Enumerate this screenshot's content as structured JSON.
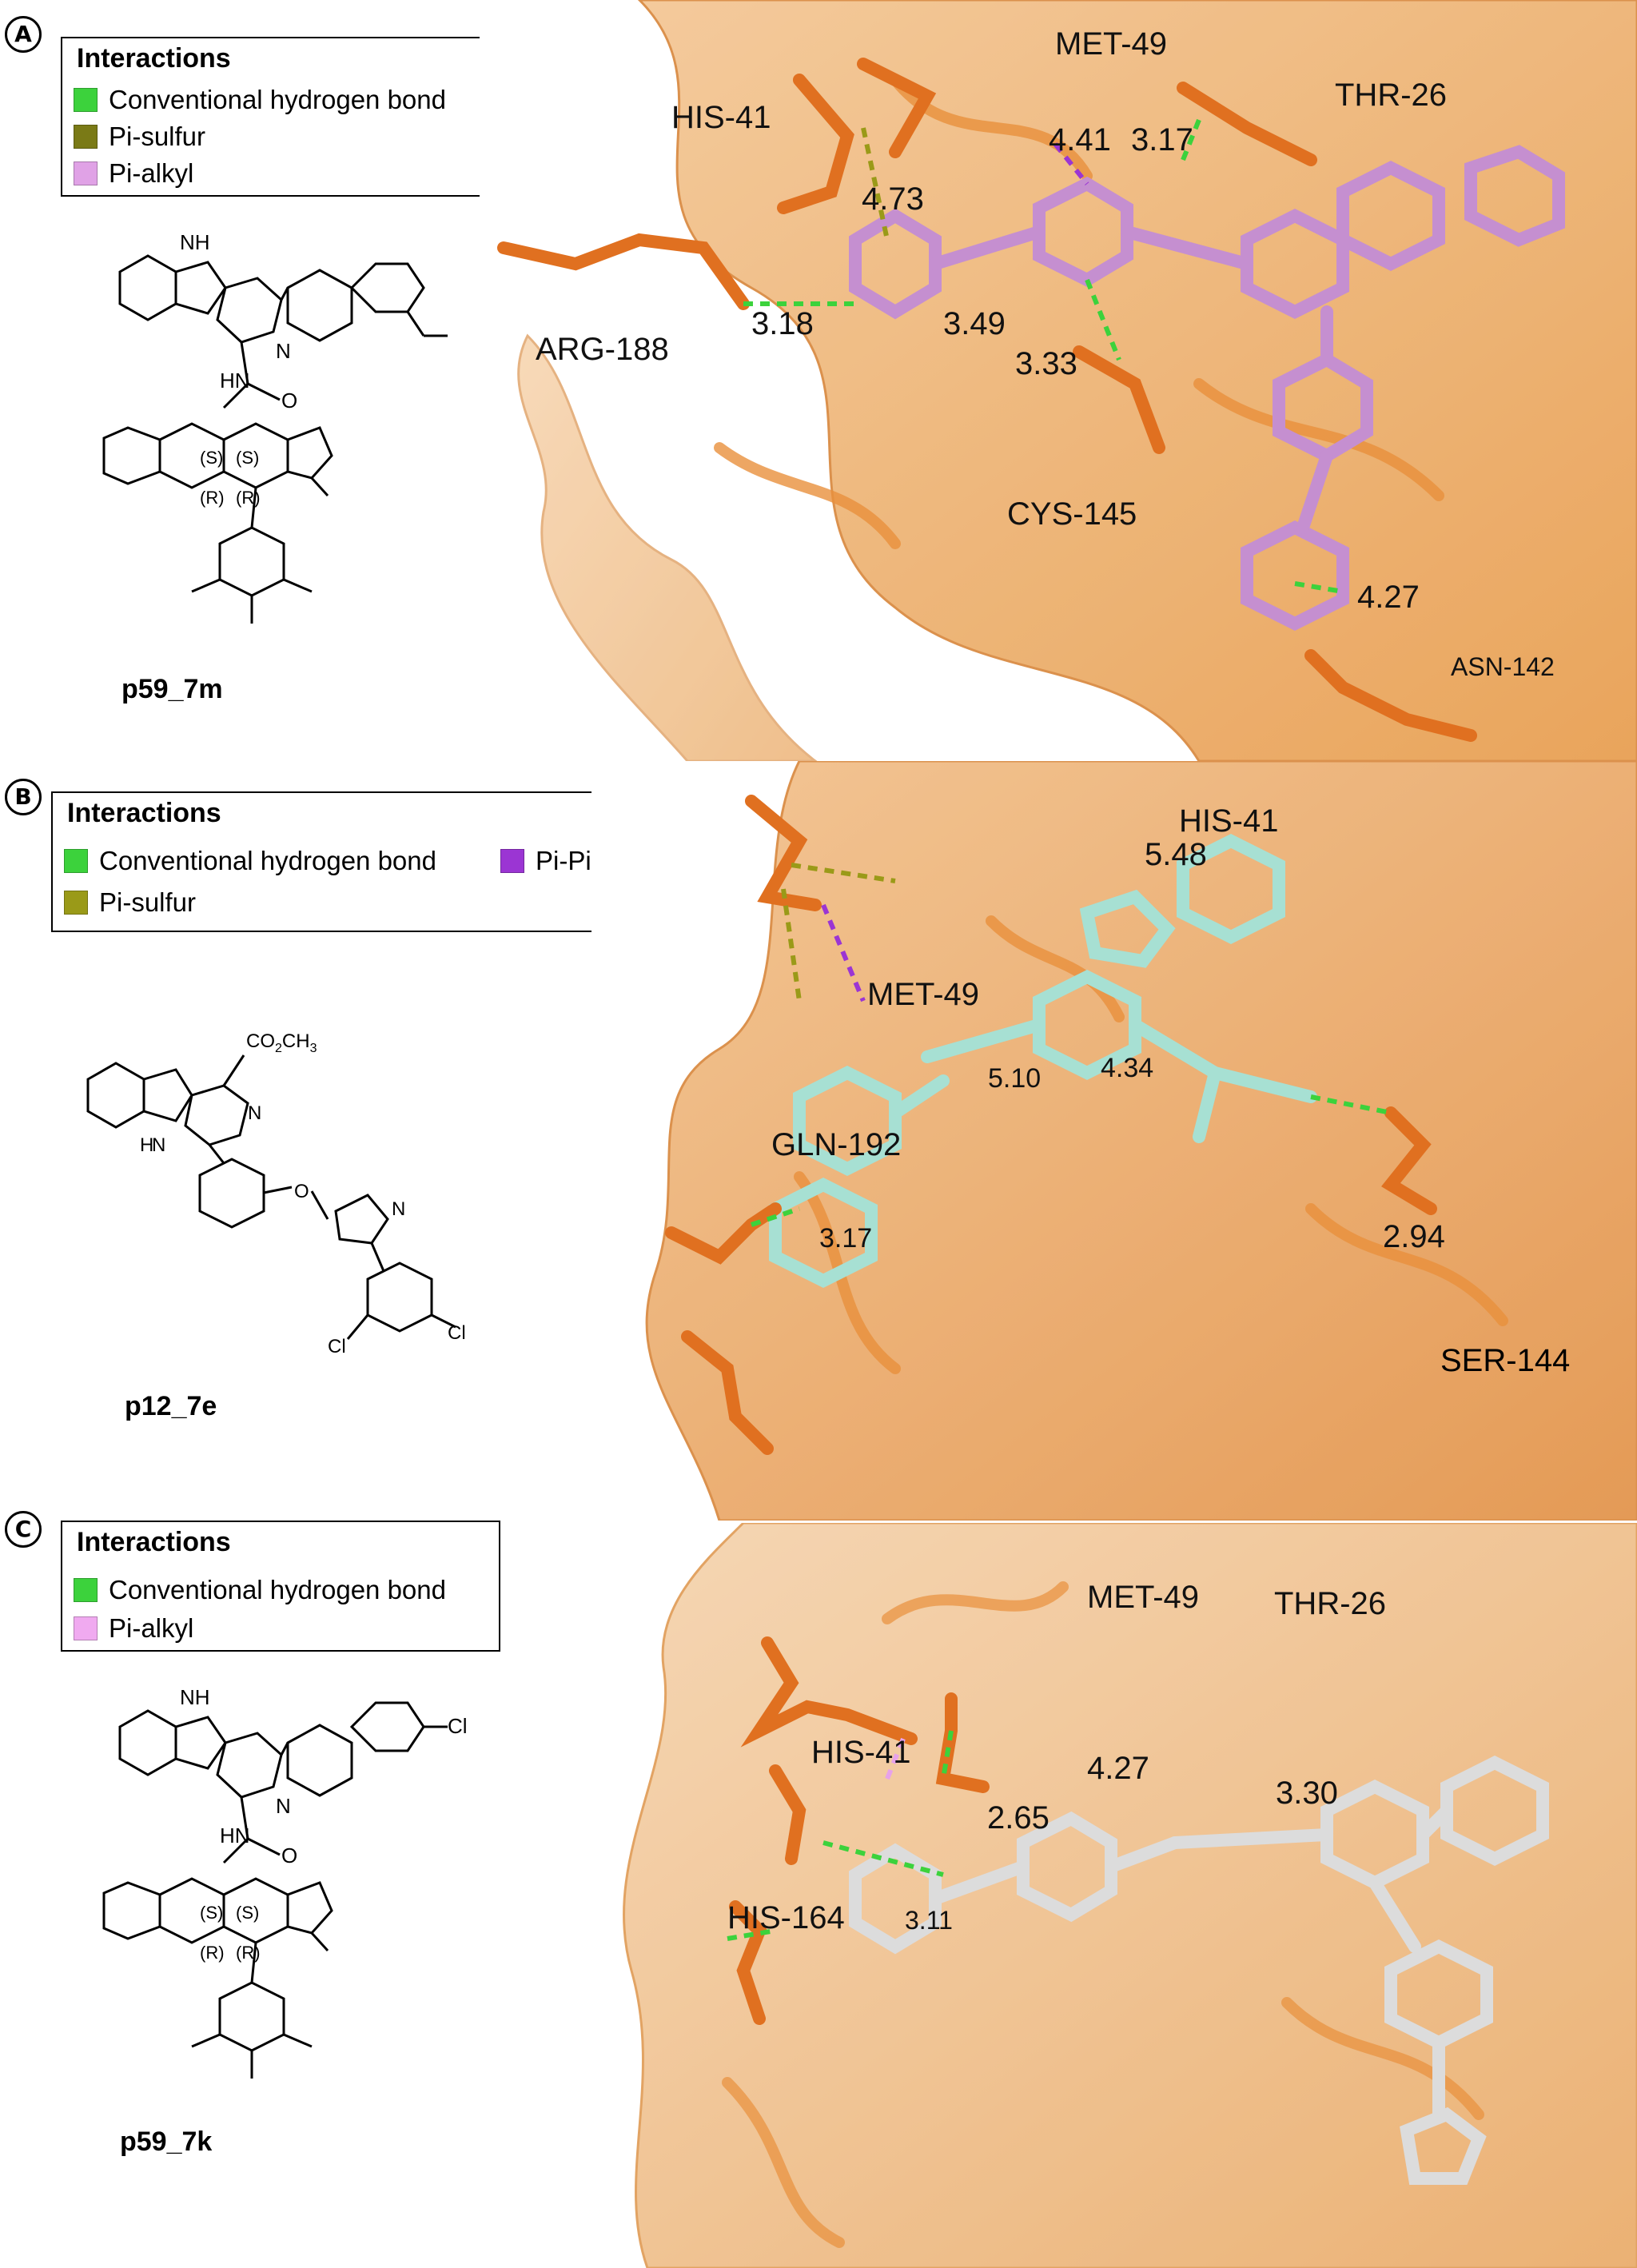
{
  "panels": [
    {
      "letter": "A",
      "legend": {
        "title": "Interactions",
        "items": [
          {
            "label": "Conventional hydrogen bond",
            "color": "#3cd23c"
          },
          {
            "label": "Pi-sulfur",
            "color": "#7a7a16"
          },
          {
            "label": "Pi-alkyl",
            "color": "#e0a2e6"
          }
        ]
      },
      "compound": "p59_7m",
      "residues": [
        "MET-49",
        "HIS-41",
        "THR-26",
        "ARG-188",
        "CYS-145",
        "ASN-142"
      ],
      "distances": [
        "4.41",
        "3.17",
        "4.73",
        "3.18",
        "3.49",
        "3.33",
        "4.27"
      ],
      "atom_labels": {
        "nh": "NH",
        "n": "N",
        "hn": "HN",
        "o": "O",
        "s": "(S)",
        "r": "(R)"
      }
    },
    {
      "letter": "B",
      "legend": {
        "title": "Interactions",
        "items": [
          {
            "label": "Conventional hydrogen bond",
            "color": "#3cd23c"
          },
          {
            "label": "Pi-Pi T-shaped",
            "color": "#9b35d3"
          },
          {
            "label": "Pi-sulfur",
            "color": "#9a9a18"
          }
        ]
      },
      "compound": "p12_7e",
      "residues": [
        "HIS-41",
        "MET-49",
        "GLN-192",
        "SER-144"
      ],
      "distances": [
        "5.48",
        "5.10",
        "4.34",
        "3.17",
        "2.94"
      ],
      "atom_labels": {
        "co2ch3": "CO",
        "sub2": "2",
        "ch3": "CH",
        "sub3": "3",
        "h": "H",
        "n": "N",
        "o": "O",
        "cl": "Cl"
      }
    },
    {
      "letter": "C",
      "legend": {
        "title": "Interactions",
        "items": [
          {
            "label": "Conventional hydrogen bond",
            "color": "#3cd23c"
          },
          {
            "label": "Pi-alkyl",
            "color": "#f0aaf0"
          }
        ]
      },
      "compound": "p59_7k",
      "residues": [
        "MET-49",
        "THR-26",
        "HIS-41",
        "HIS-164"
      ],
      "distances": [
        "4.27",
        "2.65",
        "3.30",
        "3.11"
      ],
      "atom_labels": {
        "nh": "NH",
        "n": "N",
        "hn": "HN",
        "o": "O",
        "cl": "Cl",
        "s": "(S)",
        "r": "(R)"
      }
    }
  ]
}
